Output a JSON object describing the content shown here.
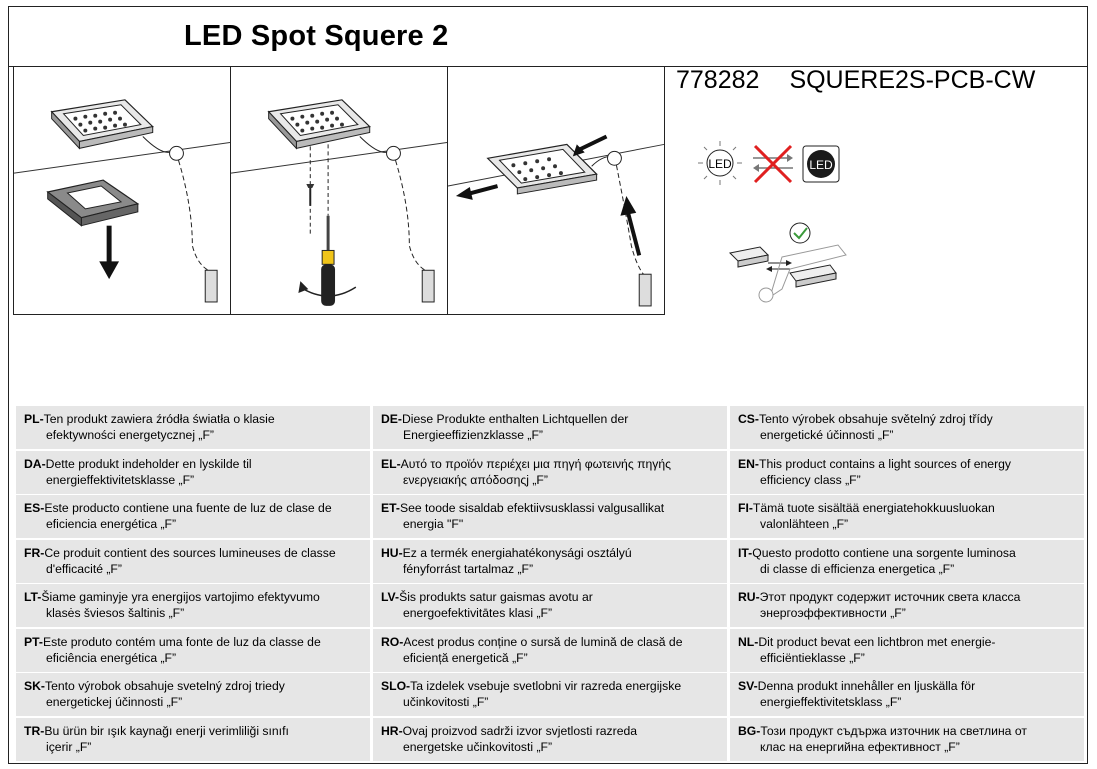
{
  "title": "LED Spot Squere 2",
  "product": {
    "number": "778282",
    "model": "SQUERE2S-PCB-CW"
  },
  "icons": {
    "led_label_1": "LED",
    "led_label_2": "LED"
  },
  "translations": [
    {
      "code": "PL-",
      "line1": " Ten produkt zawiera źródła światła o klasie",
      "line2": "efektywności energetycznej „F”"
    },
    {
      "code": "DE-",
      "line1": " Diese Produkte enthalten Lichtquellen der",
      "line2": "Energieeffizienzklasse „F”"
    },
    {
      "code": "CS-",
      "line1": " Tento výrobek obsahuje světelný zdroj třídy",
      "line2": "energetické účinnosti „F”"
    },
    {
      "code": "DA-",
      "line1": " Dette produkt indeholder en lyskilde til",
      "line2": "energieffektivitetsklasse „F”"
    },
    {
      "code": "EL-",
      "line1": " Αυτό το προϊόν περιέχει μια πηγή φωτεινής πηγής",
      "line2": "ενεργειακής απόδοσηςj „F”"
    },
    {
      "code": "EN-",
      "line1": "This product contains a light sources of energy",
      "line2": "efficiency class „F”"
    },
    {
      "code": "ES-",
      "line1": " Este producto contiene una fuente de luz de clase de",
      "line2": "eficiencia energética „F”"
    },
    {
      "code": "ET-",
      "line1": " See toode sisaldab efektiivsusklassi valgusallikat",
      "line2": "energia \"F\""
    },
    {
      "code": "FI-",
      "line1": " Tämä tuote sisältää energiatehokkuusluokan",
      "line2": "valonlähteen „F”"
    },
    {
      "code": "FR-",
      "line1": " Ce produit contient des sources lumineuses de classe",
      "line2": "d'efficacité „F”"
    },
    {
      "code": "HU-",
      "line1": " Ez a termék energiahatékonysági osztályú",
      "line2": "fényforrást tartalmaz „F”"
    },
    {
      "code": "IT-",
      "line1": " Questo prodotto contiene una sorgente luminosa",
      "line2": "di classe di efficienza energetica „F”"
    },
    {
      "code": "LT-",
      "line1": " Šiame gaminyje yra energijos vartojimo efektyvumo",
      "line2": "klasės šviesos šaltinis „F”"
    },
    {
      "code": "LV-",
      "line1": " Šis produkts satur gaismas avotu ar",
      "line2": "energoefektivitātes klasi „F”"
    },
    {
      "code": "RU-",
      "line1": " Этот продукт содержит источник света класса",
      "line2": "энерго­эффективности „F”"
    },
    {
      "code": "PT-",
      "line1": " Este produto contém uma fonte de luz da classe de",
      "line2": "eficiência energética „F”"
    },
    {
      "code": "RO-",
      "line1": " Acest produs conține o sursă de lumină de clasă de",
      "line2": "eficiență energetică „F”"
    },
    {
      "code": "NL-",
      "line1": " Dit product bevat een lichtbron met energie-",
      "line2": "efficiëntieklasse „F”"
    },
    {
      "code": "SK-",
      "line1": " Tento výrobok obsahuje svetelný zdroj triedy",
      "line2": "energetickej účinnosti „F”"
    },
    {
      "code": "SLO-",
      "line1": " Ta izdelek vsebuje svetlobni vir razreda energijske",
      "line2": "učinkovitosti „F”"
    },
    {
      "code": "SV-",
      "line1": " Denna produkt innehåller en ljuskälla för",
      "line2": "energieffektivitetsklass „F”"
    },
    {
      "code": "TR-",
      "line1": " Bu ürün bir ışık kaynağı enerji verimliliği sınıfı",
      "line2": "içerir „F”"
    },
    {
      "code": "HR-",
      "line1": " Ovaj proizvod sadrži izvor svjetlosti razreda",
      "line2": "energetske učinkovitosti „F”"
    },
    {
      "code": "BG-",
      "line1": " Този продукт съдържа източник на светлина от",
      "line2": "клас на енергийна ефективност „F”"
    }
  ]
}
